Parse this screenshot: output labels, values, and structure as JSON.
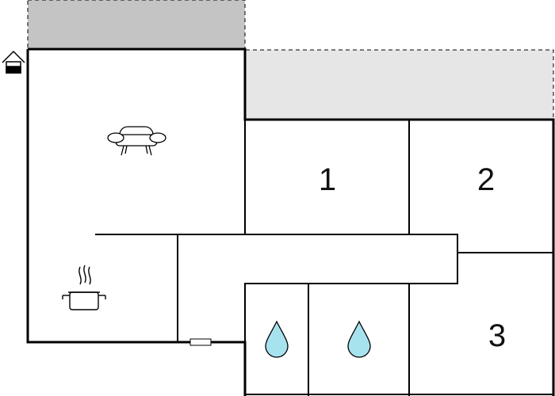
{
  "floorplan": {
    "rooms": [
      {
        "id": "room-1",
        "label": "1"
      },
      {
        "id": "room-2",
        "label": "2"
      },
      {
        "id": "room-3",
        "label": "3"
      }
    ],
    "icons": {
      "entrance": "house-entrance-icon",
      "living": "sofa-icon",
      "kitchen": "cooking-pot-icon",
      "bathroom_left": "water-drop-icon",
      "bathroom_right": "water-drop-icon",
      "window": "window-icon"
    },
    "colors": {
      "terrace_dark": "#c4c4c4",
      "terrace_light": "#e6e6e6",
      "wall": "#000000",
      "water_drop": "#a7e3ef"
    }
  }
}
